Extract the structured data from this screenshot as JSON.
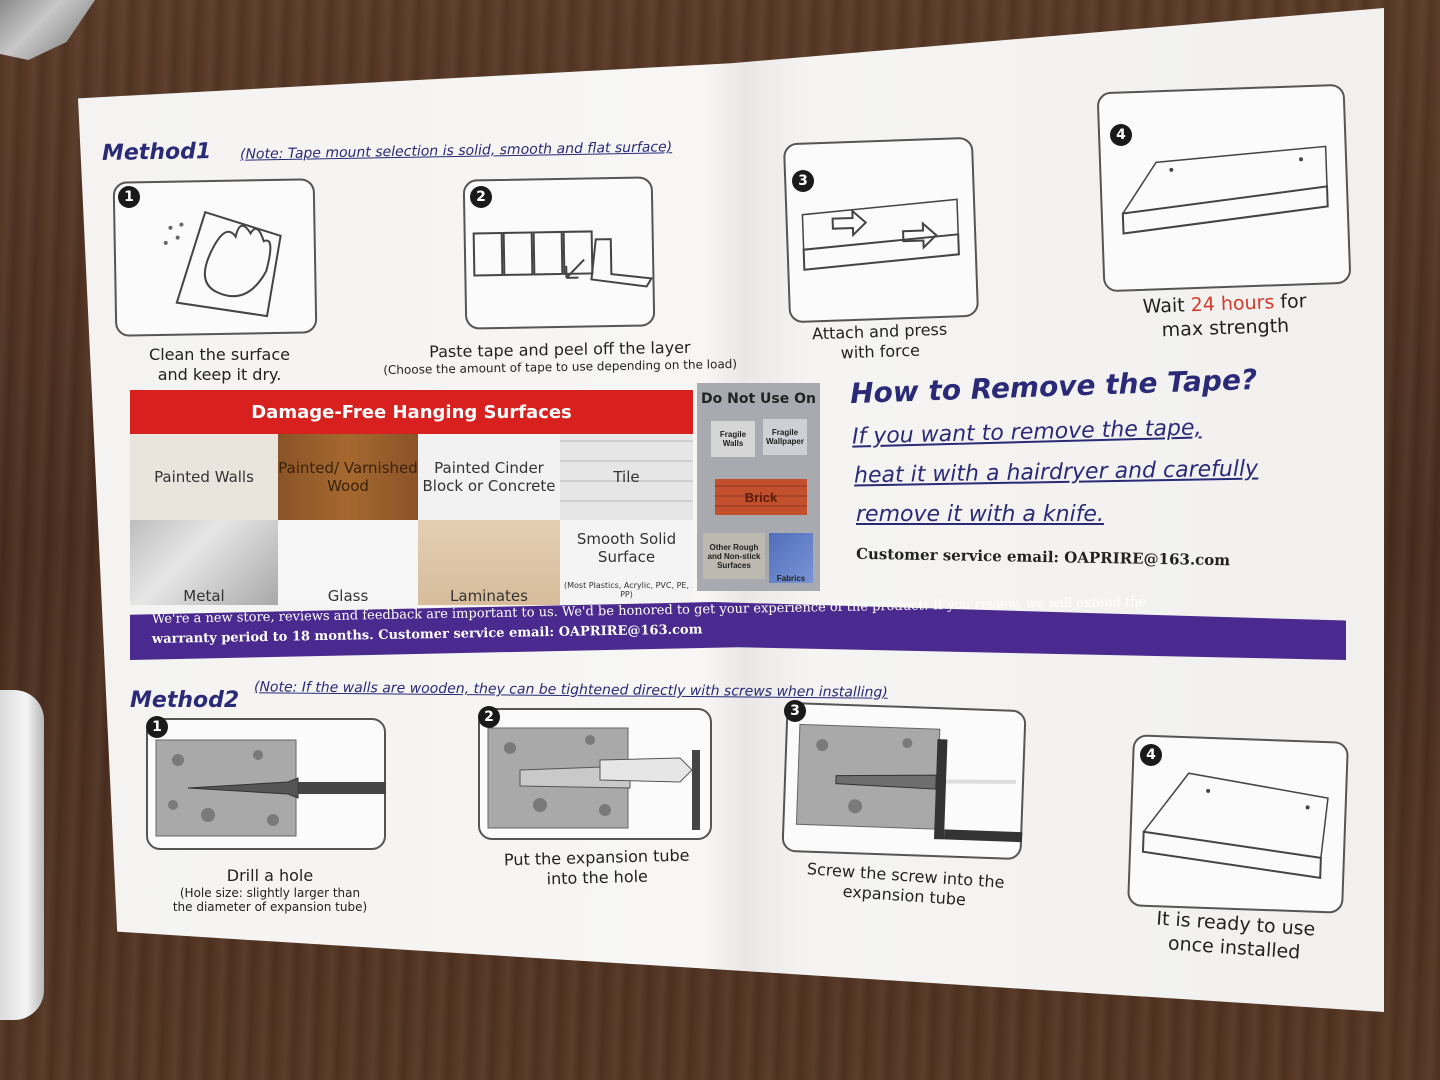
{
  "method1": {
    "title": "Method1",
    "note": "(Note: Tape mount selection is solid, smooth and flat surface)",
    "steps": [
      {
        "badge": "1",
        "caption_line1": "Clean the surface",
        "caption_line2": "and keep it dry.",
        "icon": "hand-wiping-icon"
      },
      {
        "badge": "2",
        "caption_line1": "Paste tape and peel off the layer",
        "caption_line2": "(Choose the amount of tape to use depending on the load)",
        "icon": "tape-strips-icon"
      },
      {
        "badge": "3",
        "caption_line1": "Attach and press",
        "caption_line2": "with force",
        "icon": "shelf-press-icon"
      },
      {
        "badge": "4",
        "caption_prefix": "Wait ",
        "caption_highlight": "24 hours",
        "caption_suffix": " for",
        "caption_line2": "max strength",
        "icon": "shelf-icon"
      }
    ]
  },
  "surfaces": {
    "title": "Damage-Free Hanging Surfaces",
    "items": [
      "Painted Walls",
      "Painted/ Varnished Wood",
      "Painted Cinder Block or Concrete",
      "Tile",
      "Metal",
      "Glass",
      "Laminates",
      "Smooth Solid Surface",
      "(Most Plastics, Acrylic, PVC, PE, PP)"
    ],
    "do_not_use": {
      "title": "Do Not Use On",
      "items": [
        "Fragile Walls",
        "Fragile Wallpaper",
        "Brick",
        "Other Rough and Non-stick Surfaces",
        "Fabrics"
      ]
    }
  },
  "remove": {
    "title": "How to Remove the Tape?",
    "line1": "If you want to remove the tape,",
    "line2": "heat it with a hairdryer and carefully",
    "line3": "remove it with a knife.",
    "email": "Customer service email: OAPRIRE@163.com"
  },
  "banner": {
    "line1": "We're a new store, reviews and feedback are important to us. We'd be honored to get your experience of the product! If you review, we will extend the",
    "line2": "warranty period to 18 months. Customer service email: OAPRIRE@163.com"
  },
  "method2": {
    "title": "Method2",
    "note": "(Note: If the walls are wooden, they can be tightened directly with screws when installing)",
    "steps": [
      {
        "badge": "1",
        "caption_line1": "Drill a hole",
        "caption_line2": "(Hole size: slightly larger than",
        "caption_line3": "the diameter of expansion tube)",
        "icon": "drill-icon"
      },
      {
        "badge": "2",
        "caption_line1": "Put the expansion tube",
        "caption_line2": "into the hole",
        "icon": "expansion-tube-icon"
      },
      {
        "badge": "3",
        "caption_line1": "Screw the screw into the",
        "caption_line2": "expansion tube",
        "icon": "screw-icon"
      },
      {
        "badge": "4",
        "caption_line1": "It is ready to use",
        "caption_line2": "once installed",
        "icon": "shelf-icon"
      }
    ]
  },
  "colors": {
    "navy": "#2a2a78",
    "red_header": "#d8201e",
    "banner_purple": "#4a2a8e",
    "highlight_red": "#d43a2a"
  }
}
